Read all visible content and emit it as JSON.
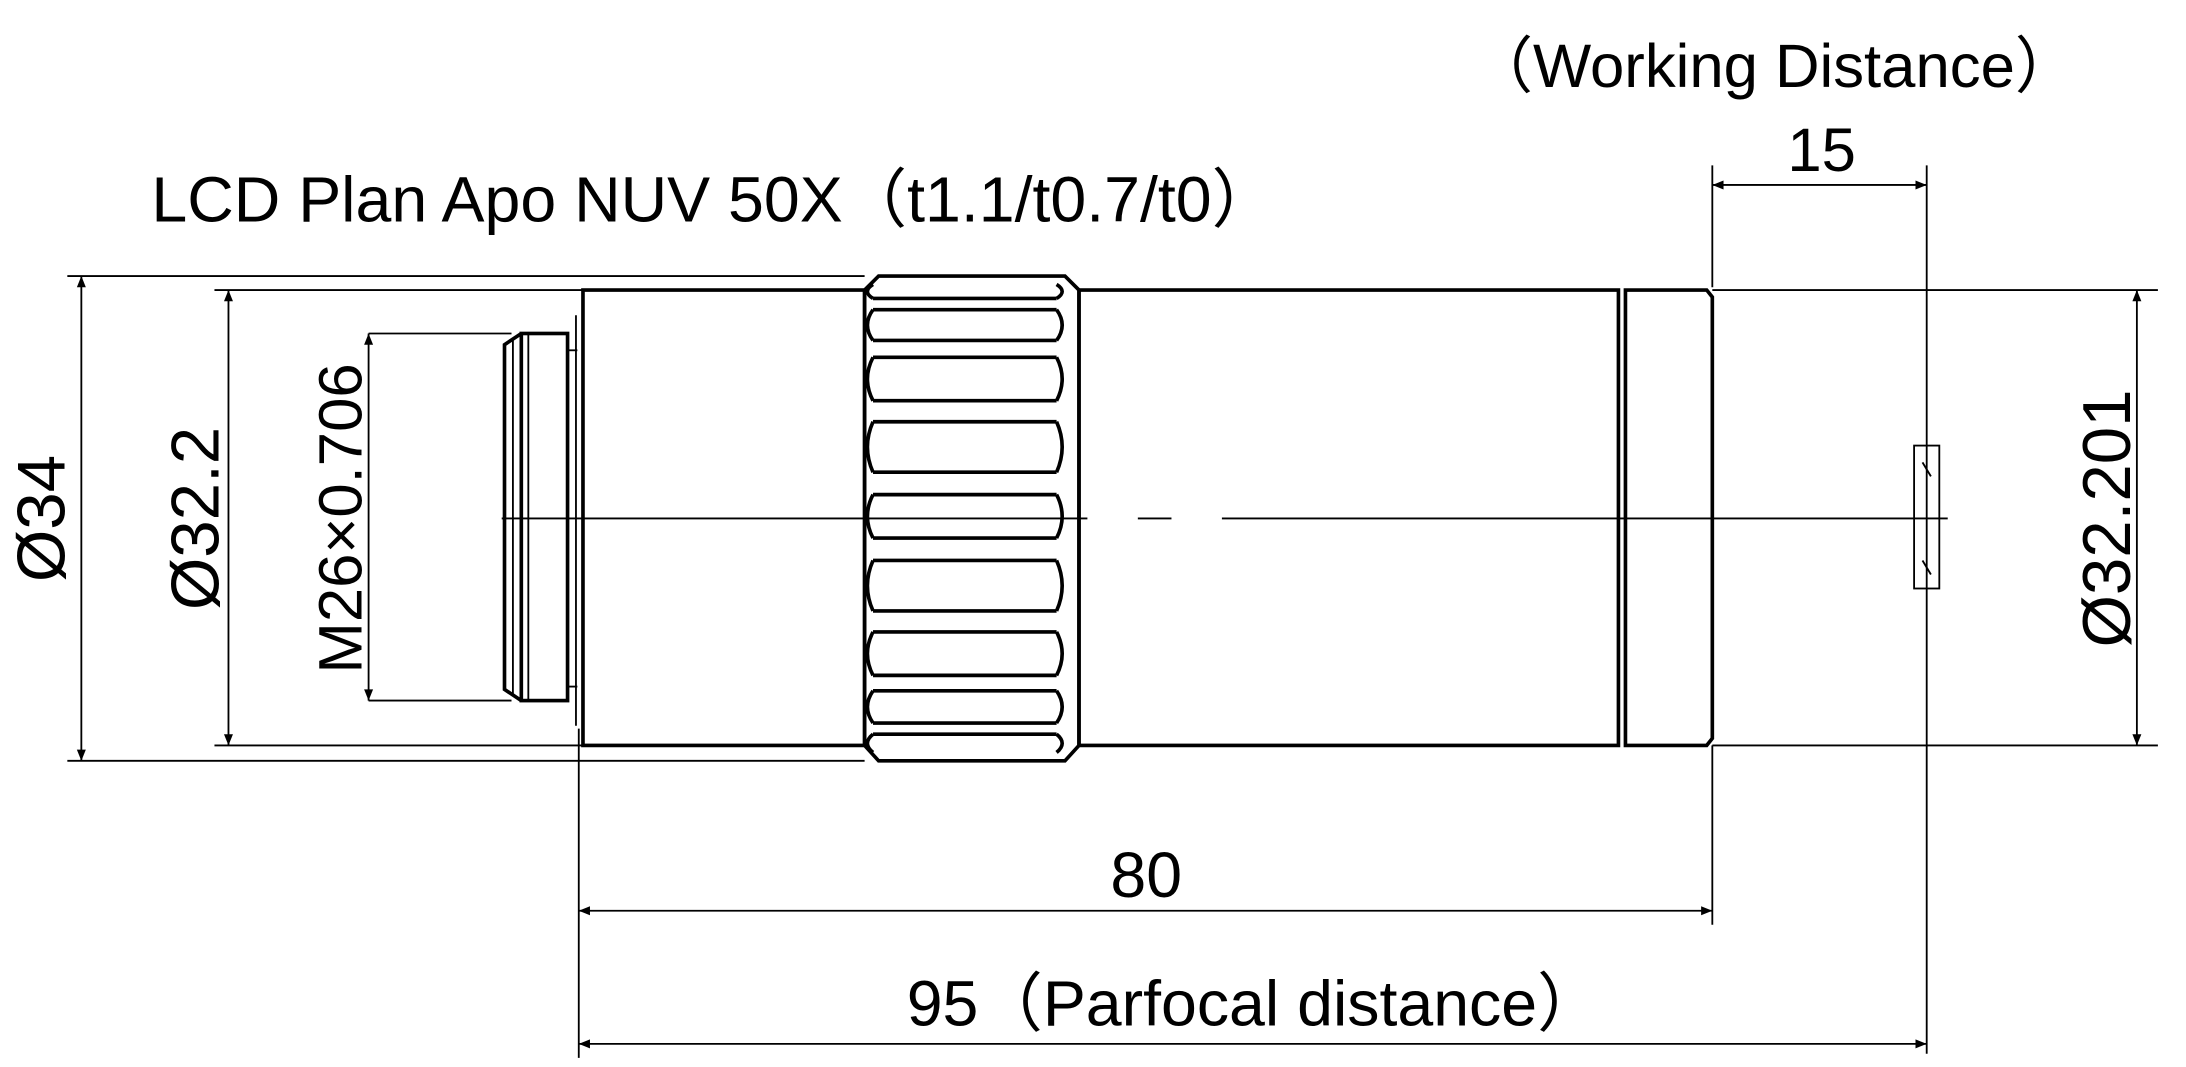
{
  "title": "LCD Plan Apo NUV 50X（t1.1/t0.7/t0）",
  "working_distance_label": "（Working Distance）",
  "dimensions": {
    "working_distance": "15",
    "outer_diameter": "Ø34",
    "body_diameter": "Ø32.2",
    "thread": "M26×0.706",
    "front_diameter": "Ø32.201",
    "length": "80",
    "parfocal": "95（Parfocal distance）"
  }
}
